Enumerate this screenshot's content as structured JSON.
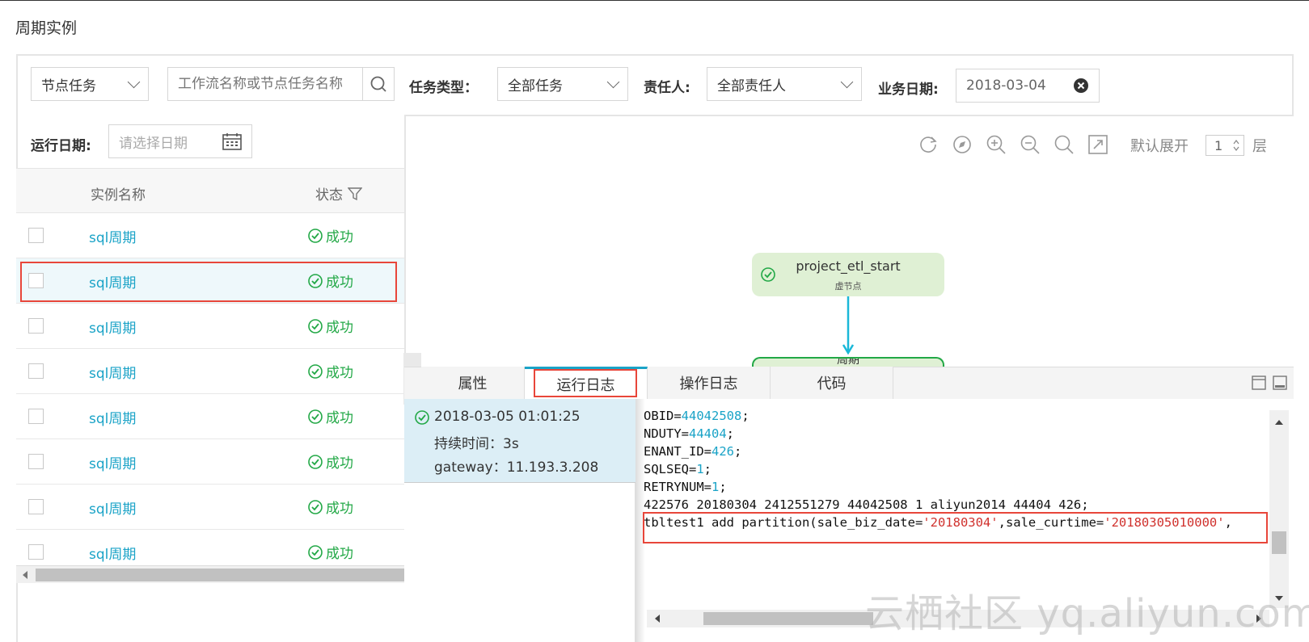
{
  "page": {
    "title": "周期实例"
  },
  "filters": {
    "node_type": "节点任务",
    "search_placeholder": "工作流名称或节点任务名称",
    "task_type_label": "任务类型：",
    "task_type_value": "全部任务",
    "owner_label": "责任人:",
    "owner_value": "全部责任人",
    "biz_date_label": "业务日期:",
    "biz_date_value": "2018-03-04",
    "run_date_label": "运行日期:",
    "run_date_placeholder": "请选择日期"
  },
  "table": {
    "headers": {
      "name": "实例名称",
      "status": "状态"
    },
    "rows": [
      {
        "name": "sql周期",
        "status": "成功"
      },
      {
        "name": "sql周期",
        "status": "成功"
      },
      {
        "name": "sql周期",
        "status": "成功"
      },
      {
        "name": "sql周期",
        "status": "成功"
      },
      {
        "name": "sql周期",
        "status": "成功"
      },
      {
        "name": "sql周期",
        "status": "成功"
      },
      {
        "name": "sql周期",
        "status": "成功"
      },
      {
        "name": "sql周期",
        "status": "成功"
      }
    ],
    "selected_row_index": 1
  },
  "graph": {
    "toolbar": {
      "expand_label": "默认展开",
      "expand_value": "1",
      "layer_label": "层"
    },
    "node": {
      "name": "project_etl_start",
      "type": "虚节点"
    },
    "next_node_partial": "周期"
  },
  "panel": {
    "tabs": [
      "属性",
      "运行日志",
      "操作日志",
      "代码"
    ],
    "active_tab": "运行日志",
    "log_entry": {
      "time": "2018-03-05 01:01:25",
      "duration": "持续时间：3s",
      "gateway": "gateway：11.193.3.208"
    },
    "code_lines": [
      {
        "key": "OBID=",
        "num": "44042508",
        "tail": ";"
      },
      {
        "key": "NDUTY=",
        "num": "44404",
        "tail": ";"
      },
      {
        "key": "ENANT_ID=",
        "num": "426",
        "tail": ";"
      },
      {
        "key": "SQLSEQ=",
        "num": "1",
        "tail": ";"
      },
      {
        "key": "RETRYNUM=",
        "num": "1",
        "tail": ";"
      }
    ],
    "code_plain": "422576 20180304 2412551279 44042508 1 aliyun2014 44404 426;",
    "code_partition": {
      "prefix": "tbltest1 add partition(sale_biz_date=",
      "v1": "'20180304'",
      "mid": ",sale_curtime=",
      "v2": "'20180305010000'",
      "tail": ","
    }
  },
  "watermark": "云栖社区 yq.aliyun.com",
  "colors": {
    "accent": "#1aa3c7",
    "success": "#22a846",
    "highlight": "#e8463a",
    "node_bg": "#dff0d4"
  }
}
